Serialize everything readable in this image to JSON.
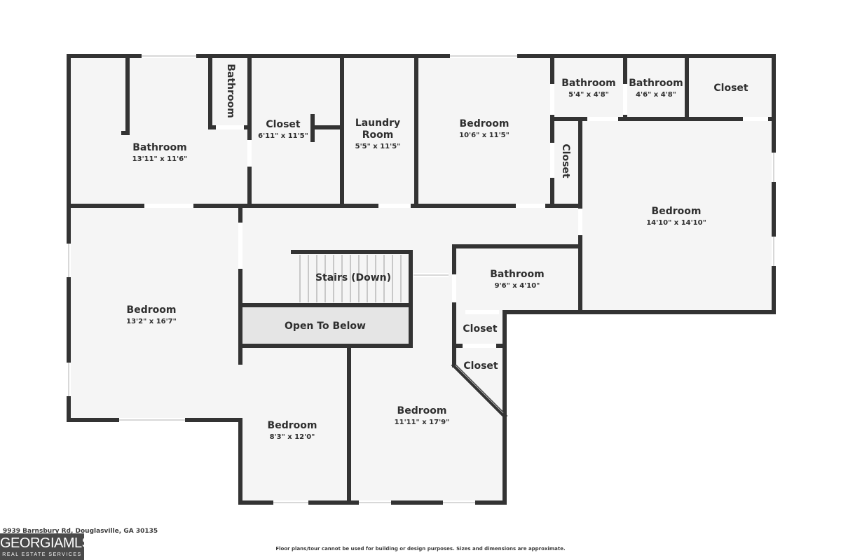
{
  "colors": {
    "wall": "#333333",
    "floor": "#f5f5f5",
    "open_below": "#e5e5e5",
    "window": "#ffffff",
    "stairs_line": "#9a9a9a"
  },
  "rooms": {
    "bathroom_master": {
      "name": "Bathroom",
      "dim": "13'11\" x 11'6\""
    },
    "bathroom_wc": {
      "name": "Bathroom"
    },
    "closet_walkin": {
      "name": "Closet",
      "dim": "6'11\" x 11'5\""
    },
    "laundry": {
      "name_line1": "Laundry",
      "name_line2": "Room",
      "dim": "5'5\" x 11'5\""
    },
    "bedroom_top": {
      "name": "Bedroom",
      "dim": "10'6\" x 11'5\""
    },
    "bathroom_small_1": {
      "name": "Bathroom",
      "dim": "5'4\" x 4'8\""
    },
    "bathroom_small_2": {
      "name": "Bathroom",
      "dim": "4'6\" x 4'8\""
    },
    "closet_top_right": {
      "name": "Closet"
    },
    "closet_vertical": {
      "name": "Closet"
    },
    "bedroom_right": {
      "name": "Bedroom",
      "dim": "14'10\" x 14'10\""
    },
    "bedroom_left": {
      "name": "Bedroom",
      "dim": "13'2\" x 16'7\""
    },
    "stairs": {
      "name": "Stairs (Down)"
    },
    "open_below": {
      "name": "Open To Below"
    },
    "bathroom_hall": {
      "name": "Bathroom",
      "dim": "9'6\" x 4'10\""
    },
    "closet_hall_1": {
      "name": "Closet"
    },
    "closet_hall_2": {
      "name": "Closet"
    },
    "bedroom_bottom_mid": {
      "name": "Bedroom",
      "dim": "8'3\" x 12'0\""
    },
    "bedroom_bottom_right": {
      "name": "Bedroom",
      "dim": "11'11\" x 17'9\""
    }
  },
  "footer": {
    "address": "9939 Barnsbury Rd, Douglasville, GA 30135",
    "disclaimer": "Floor plans/tour cannot be used for building or design purposes. Sizes and dimensions are approximate.",
    "logo_text": "GEORGIAMLS",
    "logo_subtext": "REAL ESTATE SERVICES"
  }
}
